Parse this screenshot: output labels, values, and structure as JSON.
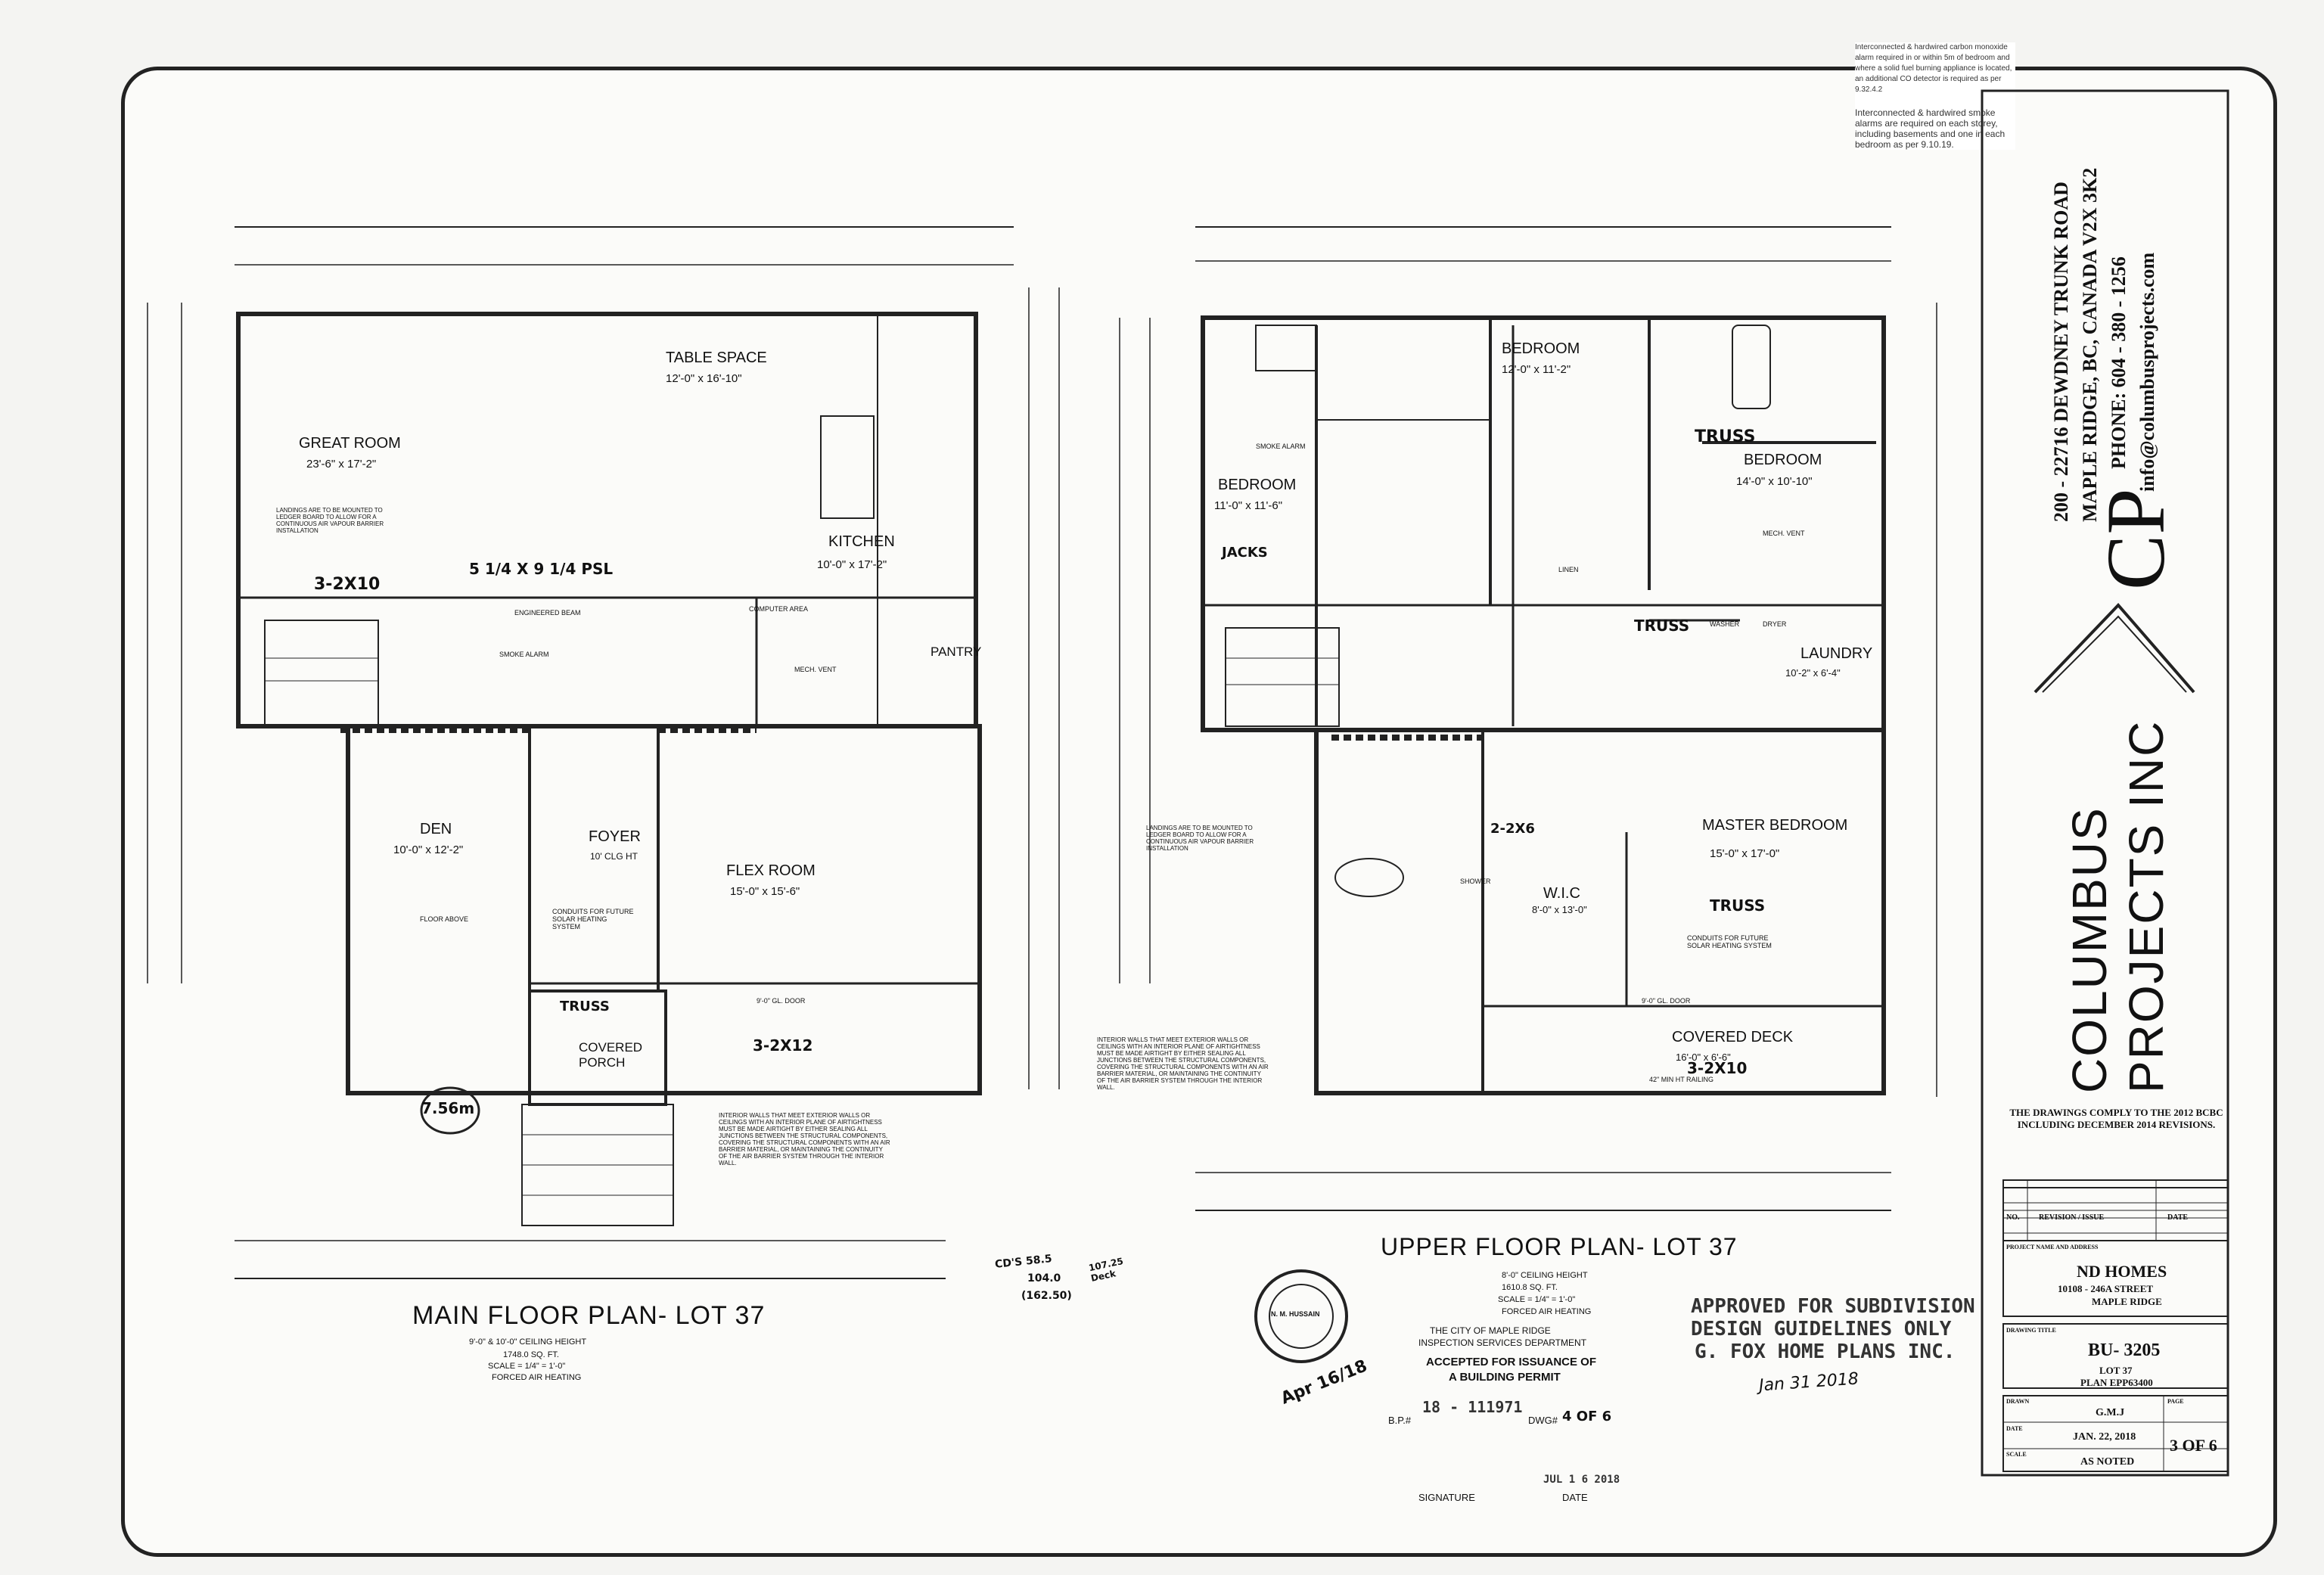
{
  "notes": {
    "co_alarm": "Interconnected & hardwired carbon monoxide alarm required in or within 5m of bedroom and where a solid fuel burning appliance is located, an additional CO detector is required as per 9.32.4.2",
    "smoke_alarm": "Interconnected & hardwired smoke alarms are required on each storey, including basements and one in each bedroom as per 9.10.19."
  },
  "company": {
    "address_line1": "200 - 22716 DEWDNEY TRUNK ROAD",
    "address_line2": "MAPLE RIDGE, BC, CANADA  V2X 3K2",
    "phone": "PHONE:  604 - 380 - 1256",
    "email": "info@columbusprojects.com",
    "name_line1": "COLUMBUS",
    "name_line2": "PROJECTS INC",
    "logo_letters": "CP",
    "compliance": "THE DRAWINGS COMPLY TO THE 2012 BCBC INCLUDING DECEMBER 2014 REVISIONS."
  },
  "title_block": {
    "revision_headers": [
      "NO.",
      "REVISION / ISSUE",
      "DATE"
    ],
    "project_label": "PROJECT NAME AND ADDRESS",
    "project_name": "ND HOMES",
    "project_address1": "10108 - 246A STREET",
    "project_address2": "MAPLE RIDGE",
    "drawing_title_label": "DRAWING TITLE",
    "drawing_title": "BU- 3205",
    "lot": "LOT 37",
    "plan": "PLAN EPP63400",
    "drawn_label": "DRAWN",
    "drawn": "G.M.J",
    "page_label": "PAGE",
    "date_label": "DATE",
    "date": "JAN. 22, 2018",
    "scale_label": "SCALE",
    "scale": "AS NOTED",
    "page": "3 OF 6"
  },
  "main_floor": {
    "title": "MAIN FLOOR PLAN- LOT 37",
    "ceiling": "9'-0\" & 10'-0\" CEILING HEIGHT",
    "area": "1748.0 SQ. FT.",
    "scale": "SCALE = 1/4\" = 1'-0\"",
    "heating": "FORCED AIR HEATING",
    "rooms": [
      {
        "name": "GREAT ROOM",
        "dims": "23'-6\" x 17'-2\""
      },
      {
        "name": "TABLE SPACE",
        "dims": "12'-0\" x 16'-10\""
      },
      {
        "name": "KITCHEN",
        "dims": "10'-0\" x 17'-2\""
      },
      {
        "name": "PANTRY",
        "dims": ""
      },
      {
        "name": "DEN",
        "dims": "10'-0\" x 12'-2\""
      },
      {
        "name": "FOYER",
        "dims": "10' CLG HT"
      },
      {
        "name": "FLEX ROOM",
        "dims": "15'-0\" x 15'-6\""
      },
      {
        "name": "COVERED PORCH",
        "dims": ""
      }
    ],
    "notes": [
      "ENGINEERED BEAM",
      "SMOKE ALARM",
      "MECH. VENT",
      "COMPUTER AREA",
      "FLOOR ABOVE",
      "CONDUITS FOR FUTURE SOLAR HEATING SYSTEM",
      "9'-0\" GL. DOOR",
      "3-2X10",
      "5 1/4 X 9 1/4 PSL",
      "3-2X12",
      "TRUSS",
      "7.56m"
    ]
  },
  "upper_floor": {
    "title": "UPPER FLOOR PLAN- LOT 37",
    "ceiling": "8'-0\" CEILING HEIGHT",
    "area": "1610.8 SQ. FT.",
    "scale": "SCALE = 1/4\" = 1'-0\"",
    "heating": "FORCED AIR HEATING",
    "rooms": [
      {
        "name": "BEDROOM",
        "dims": "11'-0\" x 11'-6\""
      },
      {
        "name": "BEDROOM",
        "dims": "12'-0\" x 11'-2\""
      },
      {
        "name": "BEDROOM",
        "dims": "14'-0\" x 10'-10\""
      },
      {
        "name": "LAUNDRY",
        "dims": "10'-2\" x 6'-4\""
      },
      {
        "name": "MASTER BEDROOM",
        "dims": "15'-0\" x 17'-0\""
      },
      {
        "name": "W.I.C",
        "dims": "8'-0\" x 13'-0\""
      },
      {
        "name": "COVERED DECK",
        "dims": "16'-0\" x 6'-6\""
      }
    ],
    "notes": [
      "TRUSS",
      "JACKS",
      "LINEN",
      "WASHER",
      "DRYER",
      "SHOWER",
      "SMOKE ALARM",
      "MECH. VENT",
      "42\" MIN HT RAILING",
      "CONDUITS FOR FUTURE SOLAR HEATING SYSTEM",
      "3-2X10",
      "2-2X6",
      "9'-0\" GL. DOOR"
    ]
  },
  "interior_note": "INTERIOR WALLS THAT MEET EXTERIOR WALLS OR CEILINGS WITH AN INTERIOR PLANE OF AIRTIGHTNESS MUST BE MADE AIRTIGHT BY EITHER SEALING ALL JUNCTIONS BETWEEN THE STRUCTURAL COMPONENTS, COVERING THE STRUCTURAL COMPONENTS WITH AN AIR BARRIER MATERIAL, OR MAINTAINING THE CONTINUITY OF THE AIR BARRIER SYSTEM THROUGH THE INTERIOR WALL.",
  "landing_note": "LANDINGS ARE TO BE MOUNTED TO LEDGER BOARD TO ALLOW FOR A CONTINUOUS AIR VAPOUR BARRIER INSTALLATION",
  "approval": {
    "city": "THE CITY OF MAPLE RIDGE",
    "dept": "INSPECTION SERVICES DEPARTMENT",
    "accepted": "ACCEPTED FOR ISSUANCE OF",
    "permit": "A BUILDING PERMIT",
    "bp_label": "B.P.#",
    "bp": "18 - 111971",
    "dwg_label": "DWG#",
    "dwg": "4 OF 6",
    "signature_label": "SIGNATURE",
    "date_label": "DATE",
    "date_stamp": "JUL 1 6 2018",
    "approved1": "APPROVED FOR SUBDIVISION",
    "approved2": "DESIGN GUIDELINES ONLY",
    "approved3": "G. FOX HOME PLANS INC.",
    "signed_date": "Jan 31 2018",
    "engineer_date": "Apr 16/18",
    "engineer_name": "N. M. HUSSAIN"
  },
  "handwritten": [
    "CD'S 58.5",
    "104.0",
    "(162.50)",
    "107.25 Deck"
  ]
}
